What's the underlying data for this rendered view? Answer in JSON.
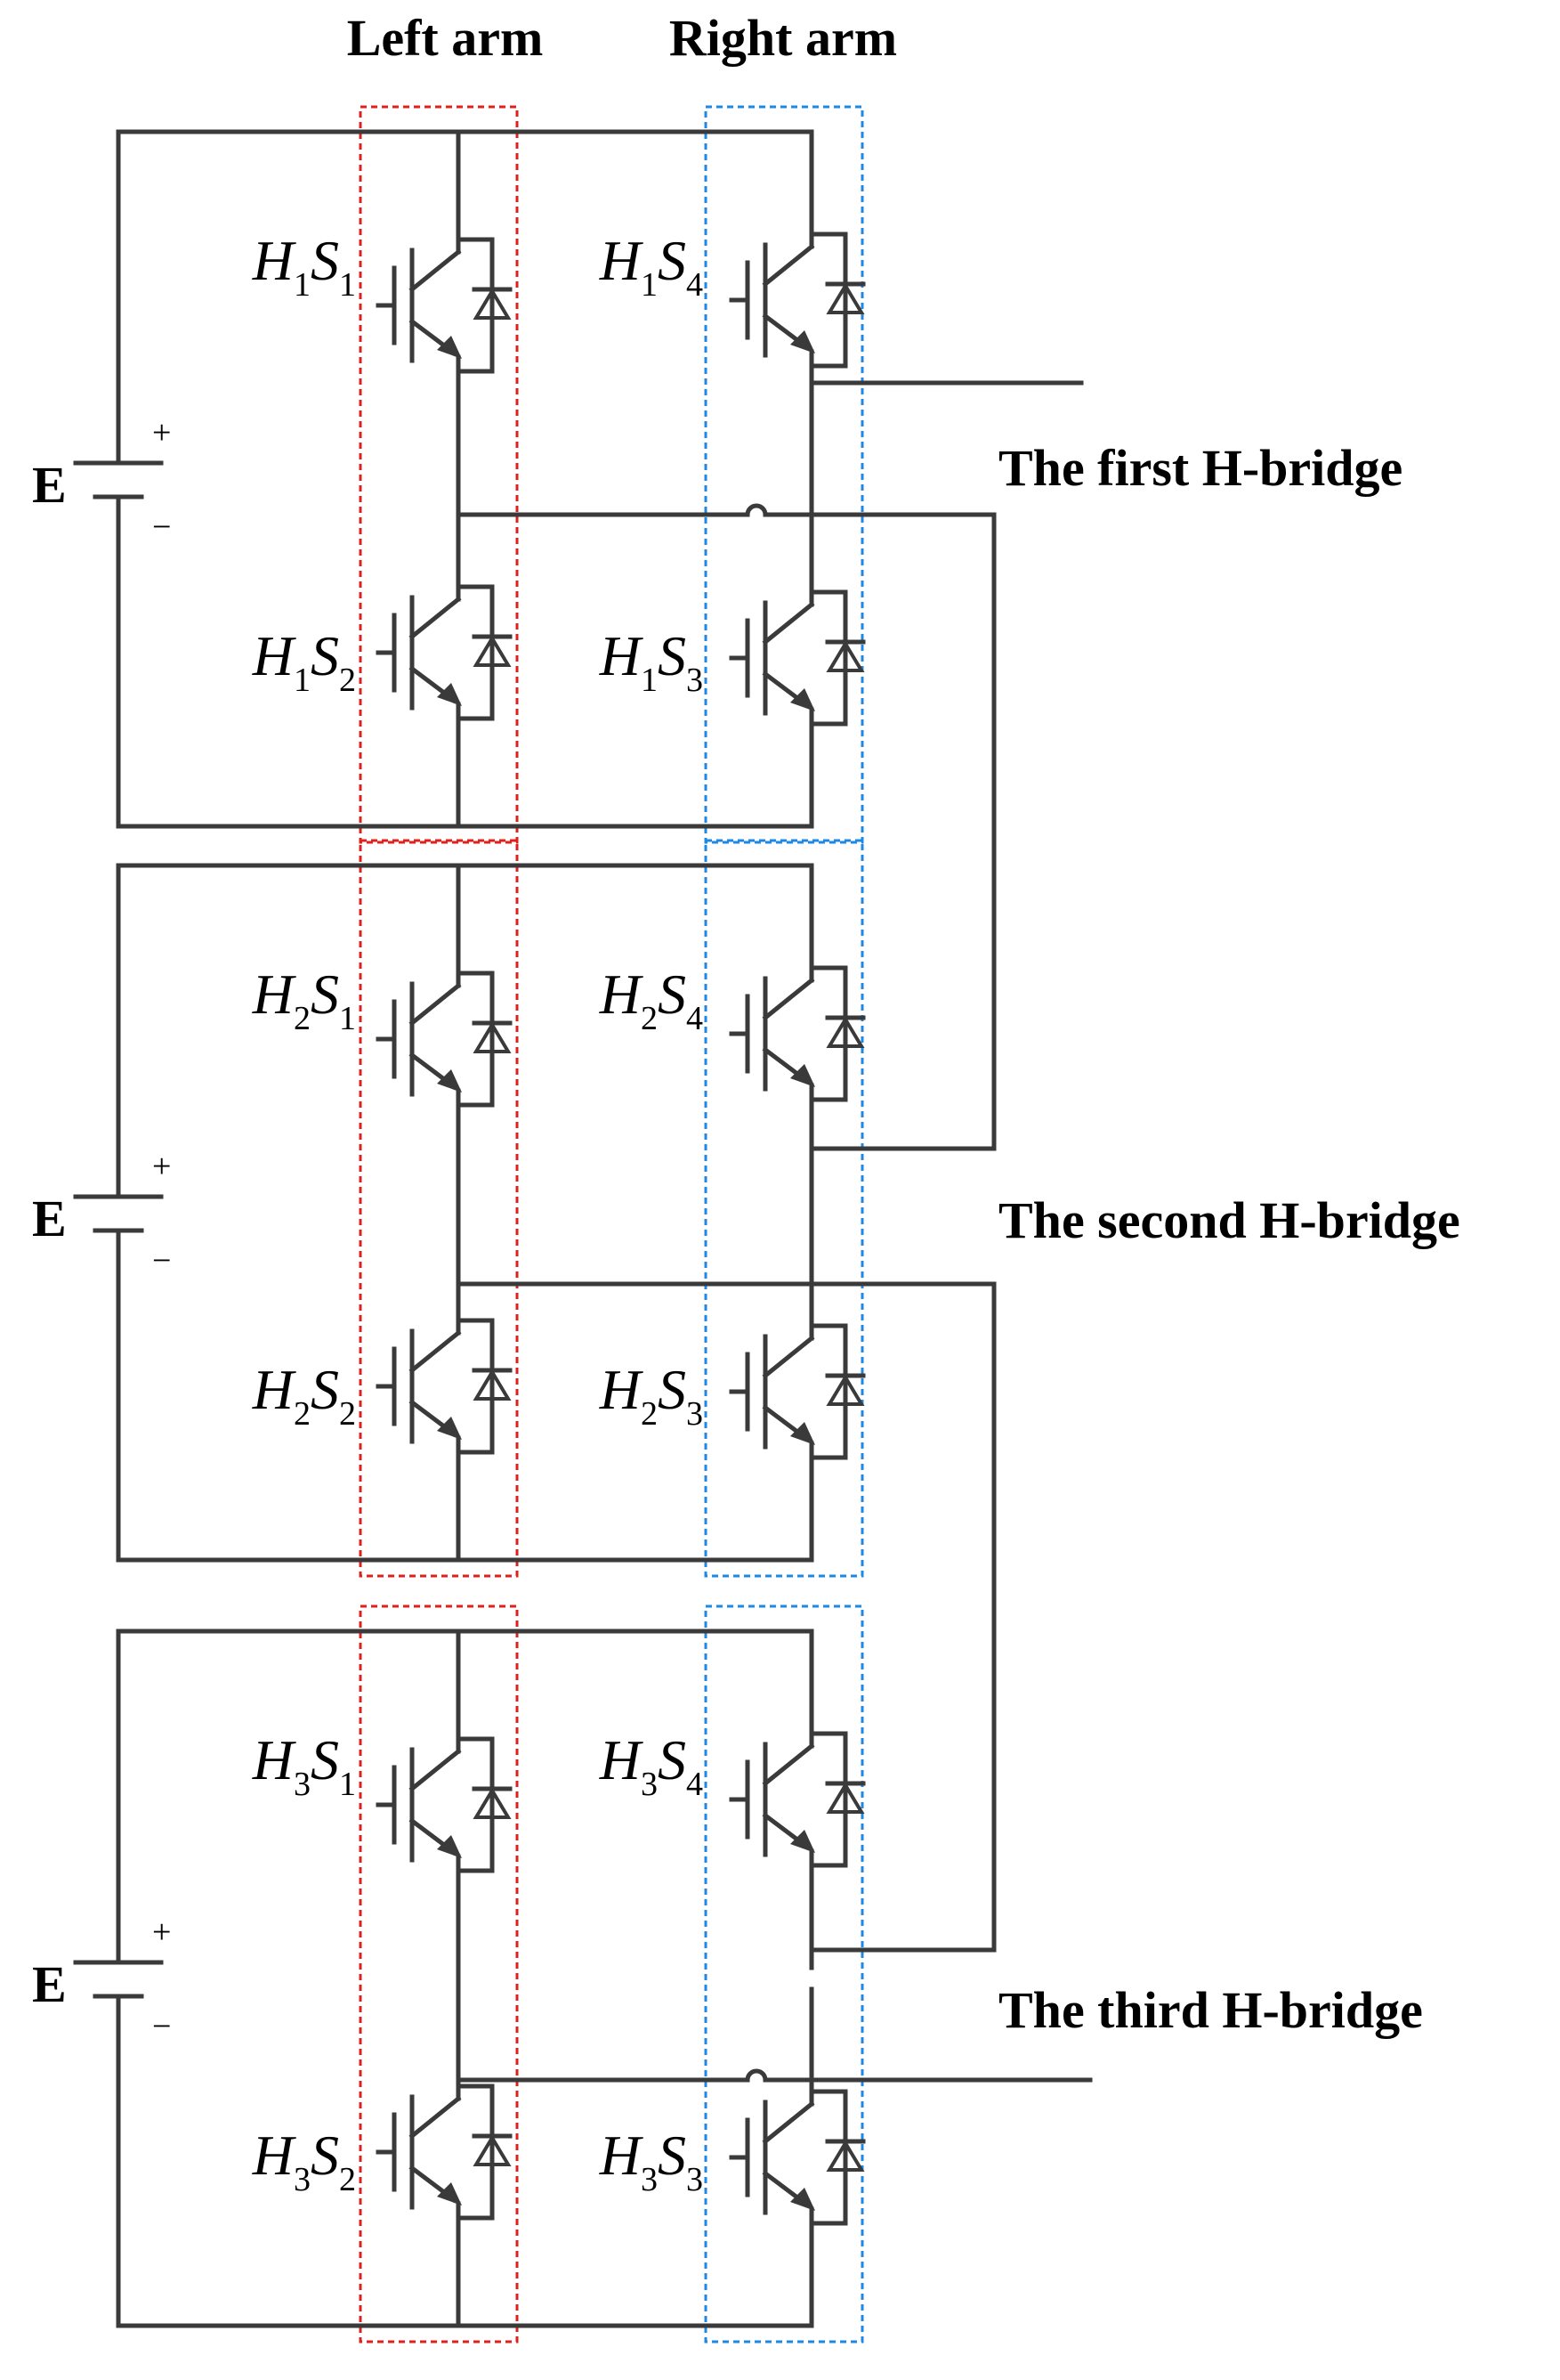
{
  "header": {
    "left_arm_label": "Left arm",
    "right_arm_label": "Right arm"
  },
  "colors": {
    "wire": "#3a3a3a",
    "left_arm_box": "#e0201c",
    "right_arm_box": "#1e88e5",
    "text": "#000000"
  },
  "bridges": [
    {
      "label": "The first H-bridge",
      "source_label": "E",
      "plus": "+",
      "minus": "−",
      "switches": {
        "s1": {
          "h": "H",
          "hsub": "1",
          "s": "S",
          "ssub": "1"
        },
        "s2": {
          "h": "H",
          "hsub": "1",
          "s": "S",
          "ssub": "2"
        },
        "s3": {
          "h": "H",
          "hsub": "1",
          "s": "S",
          "ssub": "3"
        },
        "s4": {
          "h": "H",
          "hsub": "1",
          "s": "S",
          "ssub": "4"
        }
      }
    },
    {
      "label": "The second H-bridge",
      "source_label": "E",
      "plus": "+",
      "minus": "−",
      "switches": {
        "s1": {
          "h": "H",
          "hsub": "2",
          "s": "S",
          "ssub": "1"
        },
        "s2": {
          "h": "H",
          "hsub": "2",
          "s": "S",
          "ssub": "2"
        },
        "s3": {
          "h": "H",
          "hsub": "2",
          "s": "S",
          "ssub": "3"
        },
        "s4": {
          "h": "H",
          "hsub": "2",
          "s": "S",
          "ssub": "4"
        }
      }
    },
    {
      "label": "The third H-bridge",
      "source_label": "E",
      "plus": "+",
      "minus": "−",
      "switches": {
        "s1": {
          "h": "H",
          "hsub": "3",
          "s": "S",
          "ssub": "1"
        },
        "s2": {
          "h": "H",
          "hsub": "3",
          "s": "S",
          "ssub": "2"
        },
        "s3": {
          "h": "H",
          "hsub": "3",
          "s": "S",
          "ssub": "3"
        },
        "s4": {
          "h": "H",
          "hsub": "3",
          "s": "S",
          "ssub": "4"
        }
      }
    }
  ]
}
